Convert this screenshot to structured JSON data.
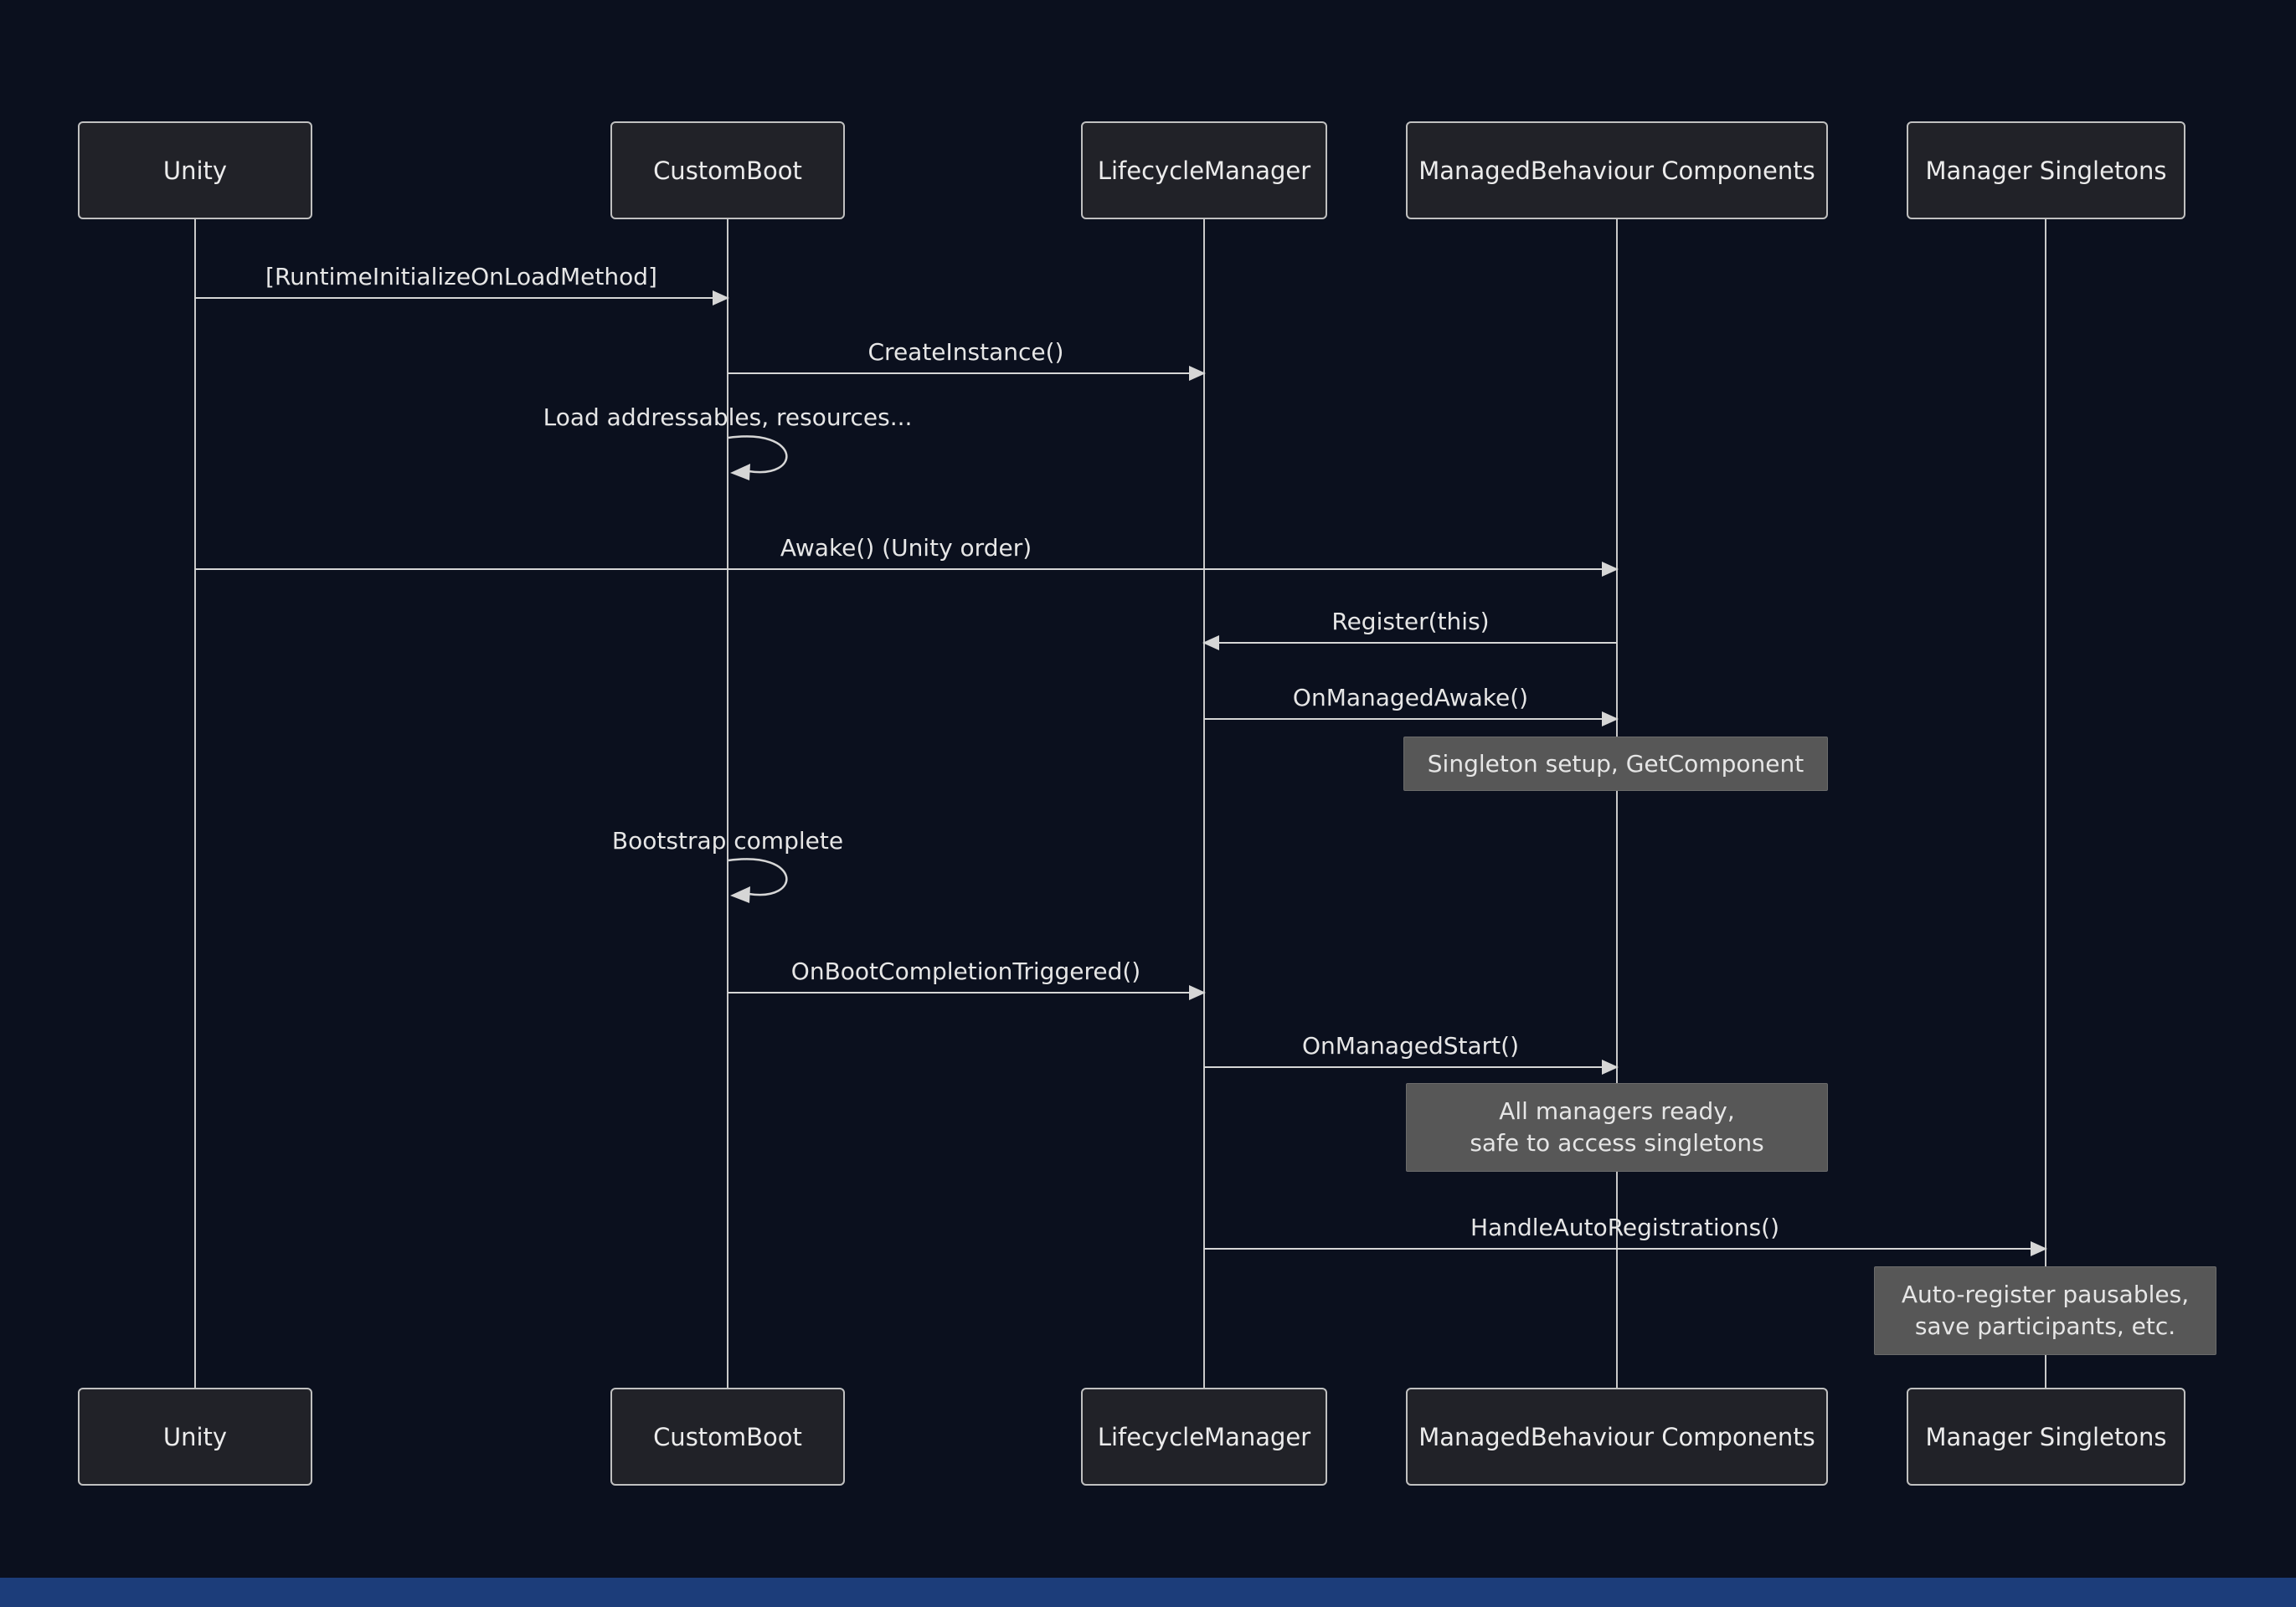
{
  "diagram": {
    "type": "sequence-diagram",
    "colors": {
      "background": "#0b101e",
      "actor_fill": "#212228",
      "actor_border": "#c0c0c0",
      "line_color": "#d6d6d6",
      "text_color": "#ececec",
      "note_fill": "#575757",
      "note_text": "#e6e6e6",
      "footer_bar": "#1c3d7a"
    },
    "participants": [
      {
        "label": "Unity"
      },
      {
        "label": "CustomBoot"
      },
      {
        "label": "LifecycleManager"
      },
      {
        "label": "ManagedBehaviour Components"
      },
      {
        "label": "Manager Singletons"
      }
    ],
    "messages": [
      {
        "label": "[RuntimeInitializeOnLoadMethod]",
        "from": "Unity",
        "to": "CustomBoot",
        "kind": "solid-arrow"
      },
      {
        "label": "CreateInstance()",
        "from": "CustomBoot",
        "to": "LifecycleManager",
        "kind": "solid-arrow"
      },
      {
        "label": "Load addressables, resources...",
        "from": "CustomBoot",
        "to": "CustomBoot",
        "kind": "self-loop"
      },
      {
        "label": "Awake() (Unity order)",
        "from": "Unity",
        "to": "ManagedBehaviour Components",
        "kind": "solid-arrow"
      },
      {
        "label": "Register(this)",
        "from": "ManagedBehaviour Components",
        "to": "LifecycleManager",
        "kind": "solid-arrow"
      },
      {
        "label": "OnManagedAwake()",
        "from": "LifecycleManager",
        "to": "ManagedBehaviour Components",
        "kind": "solid-arrow"
      },
      {
        "label": "Bootstrap complete",
        "from": "CustomBoot",
        "to": "CustomBoot",
        "kind": "self-loop"
      },
      {
        "label": "OnBootCompletionTriggered()",
        "from": "CustomBoot",
        "to": "LifecycleManager",
        "kind": "solid-arrow"
      },
      {
        "label": "OnManagedStart()",
        "from": "LifecycleManager",
        "to": "ManagedBehaviour Components",
        "kind": "solid-arrow"
      },
      {
        "label": "HandleAutoRegistrations()",
        "from": "LifecycleManager",
        "to": "Manager Singletons",
        "kind": "solid-arrow"
      }
    ],
    "notes": [
      {
        "over": "ManagedBehaviour Components",
        "lines": [
          "Singleton setup, GetComponent"
        ]
      },
      {
        "over": "ManagedBehaviour Components",
        "lines": [
          "All managers ready,",
          "safe to access singletons"
        ]
      },
      {
        "over": "Manager Singletons",
        "lines": [
          "Auto-register pausables,",
          "save participants, etc."
        ]
      }
    ]
  }
}
